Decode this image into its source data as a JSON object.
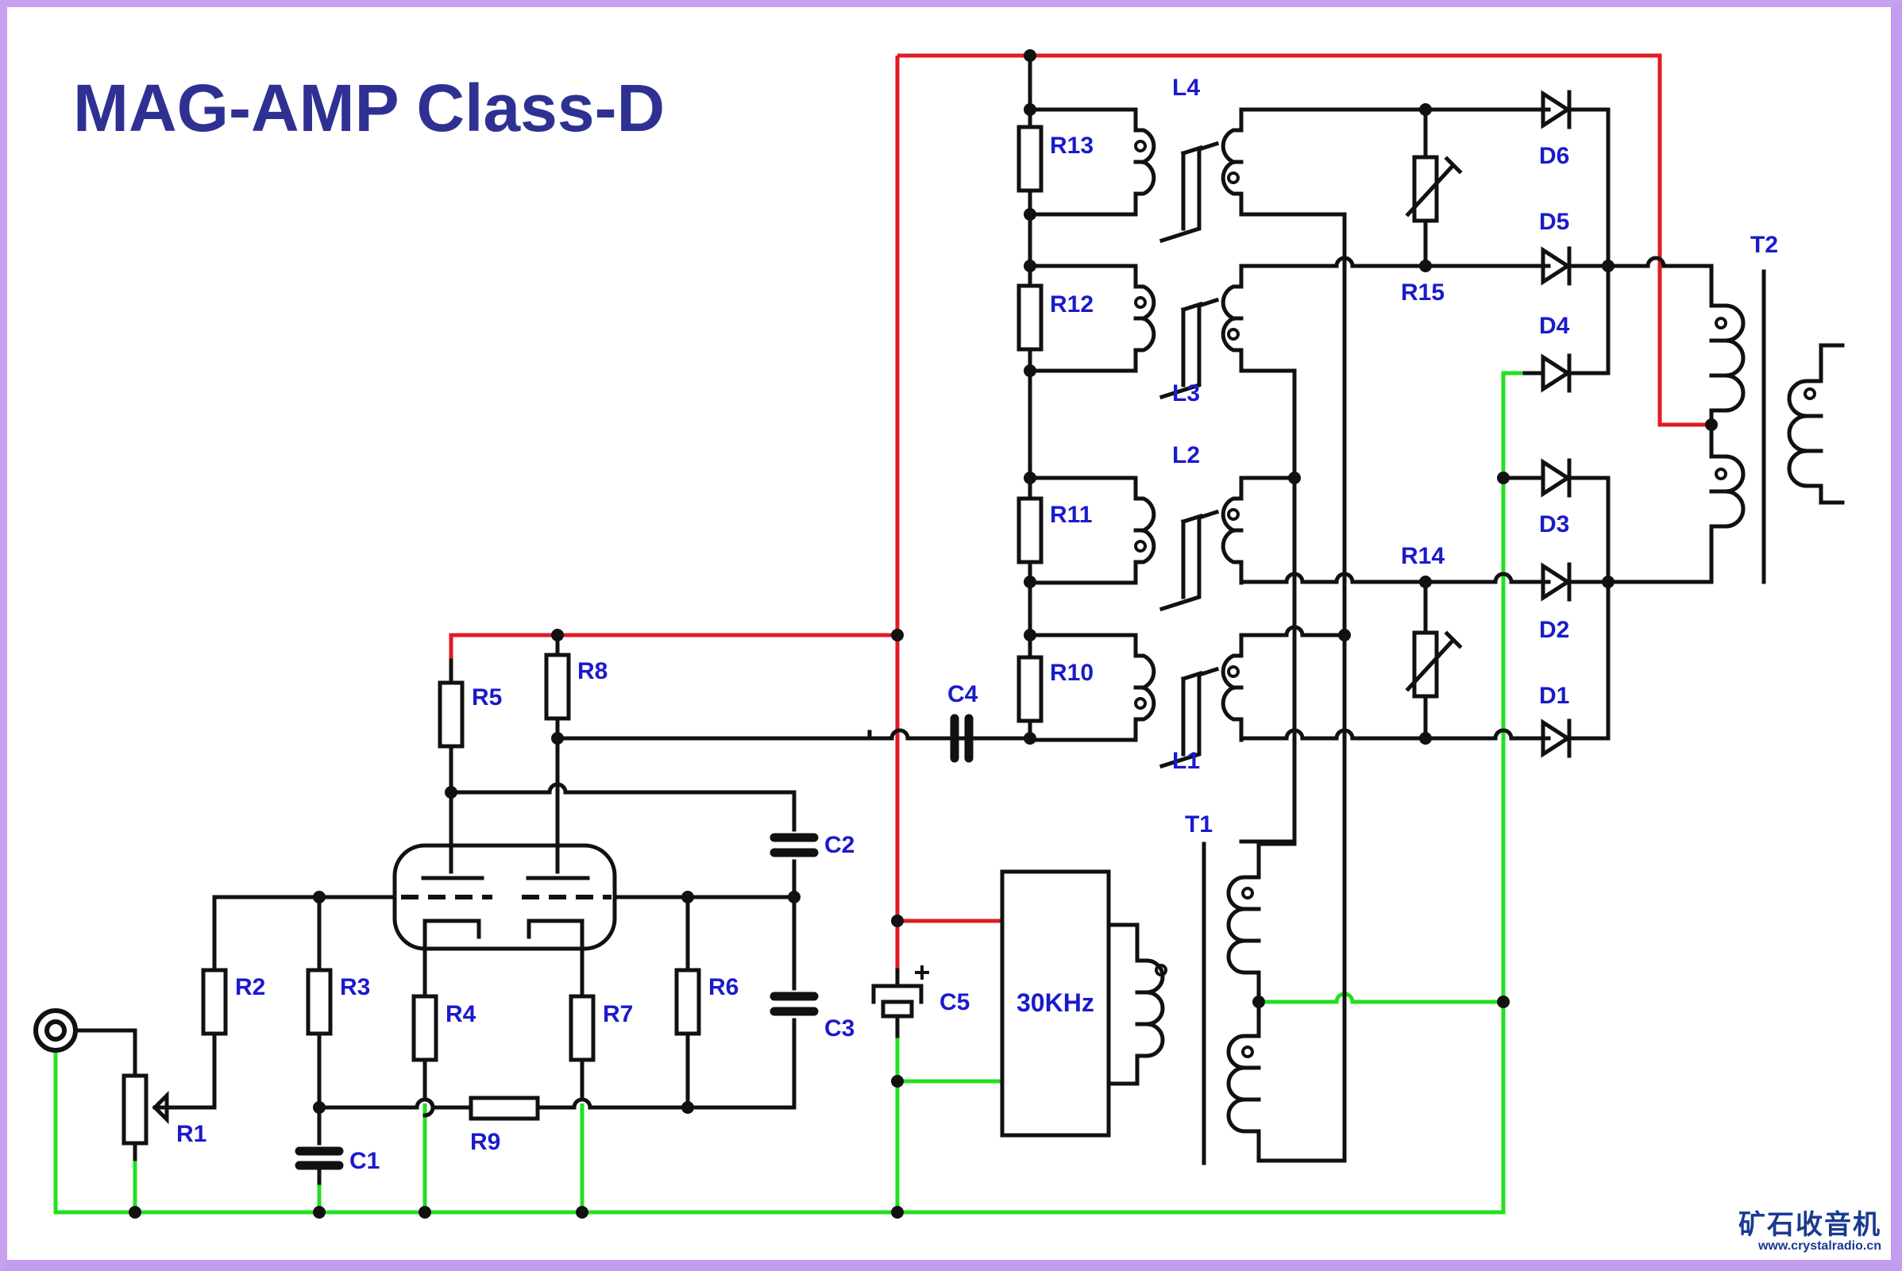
{
  "title": "MAG-AMP Class-D",
  "colors": {
    "wire": "#111111",
    "supply_positive": "#e01b22",
    "ground": "#22e022",
    "label": "#1a1acc",
    "title": "#2e3192",
    "frame": "#c9a1f0"
  },
  "components": {
    "R1": "R1",
    "R2": "R2",
    "R3": "R3",
    "R4": "R4",
    "R5": "R5",
    "R6": "R6",
    "R7": "R7",
    "R8": "R8",
    "R9": "R9",
    "R10": "R10",
    "R11": "R11",
    "R12": "R12",
    "R13": "R13",
    "R14": "R14",
    "R15": "R15",
    "C1": "C1",
    "C2": "C2",
    "C3": "C3",
    "C4": "C4",
    "C5": "C5",
    "L1": "L1",
    "L2": "L2",
    "L3": "L3",
    "L4": "L4",
    "D1": "D1",
    "D2": "D2",
    "D3": "D3",
    "D4": "D4",
    "D5": "D5",
    "D6": "D6",
    "T1": "T1",
    "T2": "T2"
  },
  "c5_polarity": "+",
  "oscillator_label": "30KHz",
  "icons": {
    "input_jack": "coaxial-jack-icon",
    "tube": "dual-triode-tube-icon"
  },
  "watermark": {
    "chinese": "矿石收音机",
    "url": "www.crystalradio.cn"
  }
}
